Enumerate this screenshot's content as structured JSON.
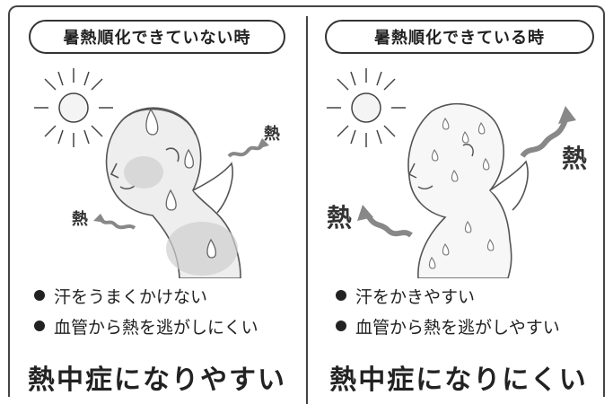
{
  "left_panel": {
    "title": "暑熱順化できていない時",
    "heat_labels": [
      "熱",
      "熱"
    ],
    "bullets": [
      "汗をうまくかけない",
      "血管から熱を逃がしにくい"
    ],
    "result": "熱中症になりやすい"
  },
  "right_panel": {
    "title": "暑熱順化できている時",
    "heat_labels": [
      "熱",
      "熱"
    ],
    "bullets": [
      "汗をかきやすい",
      "血管から熱を逃がしやすい"
    ],
    "result": "熱中症になりにくい"
  }
}
